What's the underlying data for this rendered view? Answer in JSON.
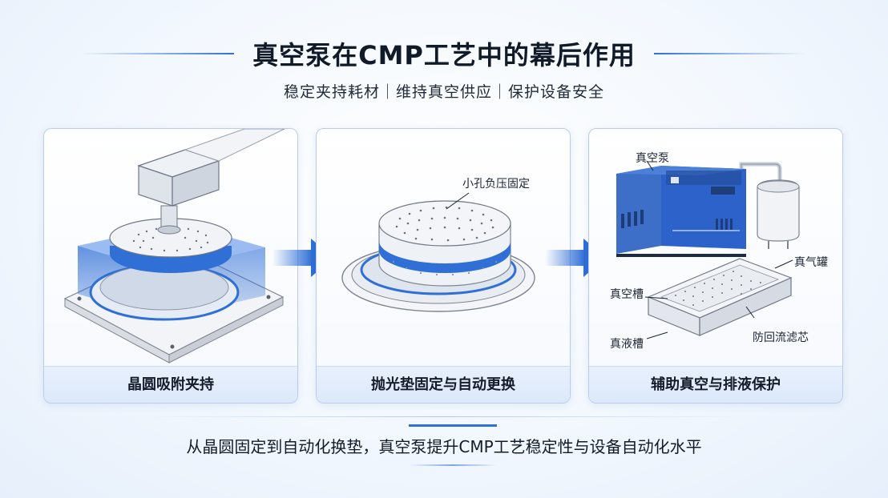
{
  "header": {
    "title": "真空泵在CMP工艺中的幕后作用",
    "subtitle": "稳定夹持耗材｜维持真空供应｜保护设备安全"
  },
  "cards": [
    {
      "caption": "晶圆吸附夹持"
    },
    {
      "caption": "抛光垫固定与自动更换",
      "callout": "小孔负压固定"
    },
    {
      "caption": "辅助真空与排液保护",
      "labels": {
        "pump": "真空泵",
        "tank": "真气罐",
        "vacuum_trough": "真空槽",
        "filter": "防回流滤芯",
        "liquid_trough": "真液槽"
      }
    }
  ],
  "footer": {
    "summary": "从晶圆固定到自动化换垫，真空泵提升CMP工艺稳定性与设备自动化水平"
  },
  "colors": {
    "accent": "#2f6fd6",
    "pump_body": "#2c62c9",
    "card_border": "#b9cdea"
  }
}
